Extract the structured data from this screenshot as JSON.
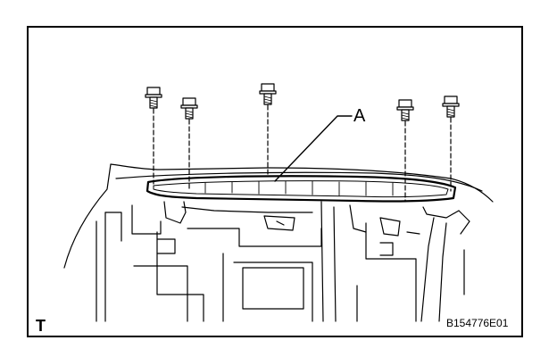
{
  "diagram": {
    "callout_label": "A",
    "view_marker": "T",
    "figure_id": "B154776E01",
    "bolt_count": 5,
    "line_color": "#000000",
    "icon": "bolt-icon"
  }
}
